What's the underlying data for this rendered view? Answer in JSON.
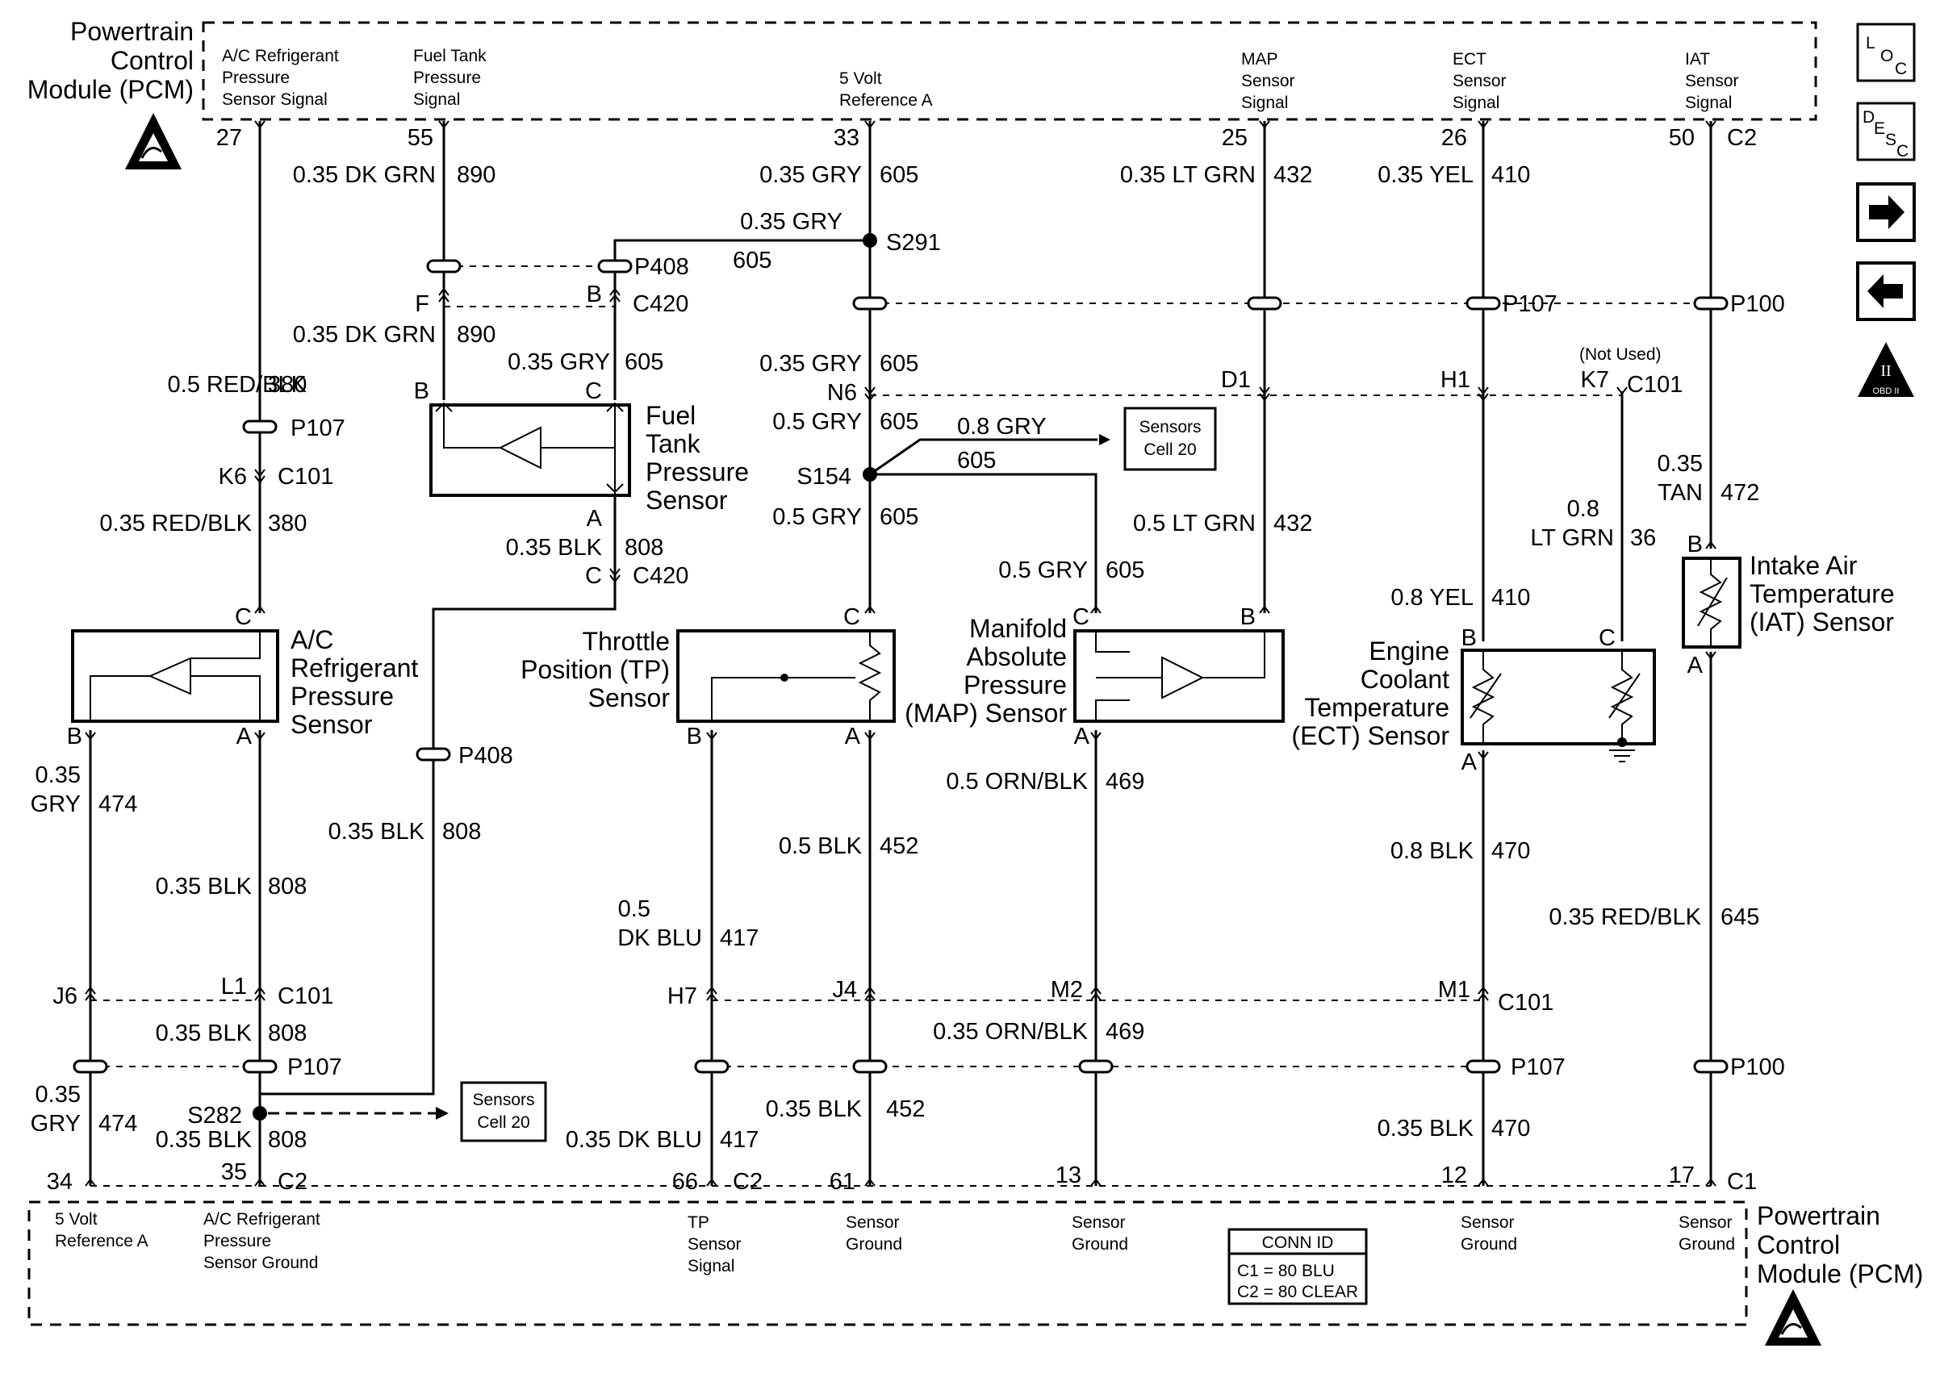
{
  "pcm_top": {
    "title": [
      "Powertrain",
      "Control",
      "Module (PCM)"
    ],
    "signals": [
      {
        "lines": [
          "A/C Refrigerant",
          "Pressure",
          "Sensor Signal"
        ]
      },
      {
        "lines": [
          "Fuel Tank",
          "Pressure",
          "Signal"
        ]
      },
      {
        "lines": [
          "5 Volt",
          "Reference A"
        ]
      },
      {
        "lines": [
          "MAP",
          "Sensor",
          "Signal"
        ]
      },
      {
        "lines": [
          "ECT",
          "Sensor",
          "Signal"
        ]
      },
      {
        "lines": [
          "IAT",
          "Sensor",
          "Signal"
        ]
      }
    ],
    "pins": [
      "27",
      "55",
      "33",
      "25",
      "26",
      "50"
    ],
    "connector": "C2"
  },
  "pcm_bottom": {
    "title": [
      "Powertrain",
      "Control",
      "Module (PCM)"
    ],
    "signals": [
      {
        "lines": [
          "5 Volt",
          "Reference  A"
        ]
      },
      {
        "lines": [
          "A/C Refrigerant",
          "Pressure",
          "Sensor Ground"
        ]
      },
      {
        "lines": [
          "TP",
          "Sensor",
          "Signal"
        ]
      },
      {
        "lines": [
          "Sensor",
          "Ground"
        ]
      },
      {
        "lines": [
          "Sensor",
          "Ground"
        ]
      },
      {
        "lines": [
          "Sensor",
          "Ground"
        ]
      },
      {
        "lines": [
          "Sensor",
          "Ground"
        ]
      }
    ],
    "pins": [
      "34",
      "35",
      "66",
      "61",
      "13",
      "12",
      "17"
    ],
    "connectors": [
      "C2",
      "C2",
      "C1"
    ],
    "conn_id": {
      "title": "CONN ID",
      "c1": "C1 = 80 BLU",
      "c2": "C2 = 80 CLEAR"
    }
  },
  "wires": {
    "w890a": {
      "spec": "0.35 DK GRN",
      "circuit": "890"
    },
    "w890b": {
      "spec": "0.35 DK GRN",
      "circuit": "890"
    },
    "w605a": {
      "spec": "0.35 GRY",
      "circuit": "605"
    },
    "w605b": {
      "spec": "0.35 GRY",
      "circuit": "605"
    },
    "w605c": {
      "spec": "0.35 GRY",
      "circuit": "605"
    },
    "w605d": {
      "spec": "0.35 GRY",
      "circuit": "605"
    },
    "w605e": {
      "spec": "0.5 GRY",
      "circuit": "605"
    },
    "w605f": {
      "spec": "0.8 GRY",
      "circuit": "605"
    },
    "w605g": {
      "spec": "0.5 GRY",
      "circuit": "605"
    },
    "w605h": {
      "spec": "0.5 GRY",
      "circuit": "605"
    },
    "w432a": {
      "spec": "0.35 LT GRN",
      "circuit": "432"
    },
    "w432b": {
      "spec": "0.5 LT GRN",
      "circuit": "432"
    },
    "w410a": {
      "spec": "0.35 YEL",
      "circuit": "410"
    },
    "w410b": {
      "spec": "0.8 YEL",
      "circuit": "410"
    },
    "w380a": {
      "spec": "0.5 RED/BLK",
      "circuit": "380"
    },
    "w380b": {
      "spec": "0.35 RED/BLK",
      "circuit": "380"
    },
    "w808a": {
      "spec": "0.35 BLK",
      "circuit": "808"
    },
    "w808b": {
      "spec": "0.35 BLK",
      "circuit": "808"
    },
    "w808c": {
      "spec": "0.35 BLK",
      "circuit": "808"
    },
    "w808d": {
      "spec": "0.35 BLK",
      "circuit": "808"
    },
    "w808e": {
      "spec": "0.35 BLK",
      "circuit": "808"
    },
    "w36": {
      "spec": [
        "0.8",
        "LT GRN"
      ],
      "circuit": "36"
    },
    "w472": {
      "spec": [
        "0.35",
        "TAN"
      ],
      "circuit": "472"
    },
    "w474a": {
      "spec": [
        "0.35",
        "GRY"
      ],
      "circuit": "474"
    },
    "w474b": {
      "spec": [
        "0.35",
        "GRY"
      ],
      "circuit": "474"
    },
    "w417a": {
      "spec": [
        "0.5",
        "DK BLU"
      ],
      "circuit": "417"
    },
    "w417b": {
      "spec": "0.35 DK BLU",
      "circuit": "417"
    },
    "w452a": {
      "spec": "0.5 BLK",
      "circuit": "452"
    },
    "w452b": {
      "spec": "0.35 BLK",
      "circuit": "452"
    },
    "w469a": {
      "spec": "0.5 ORN/BLK",
      "circuit": "469"
    },
    "w469b": {
      "spec": "0.35 ORN/BLK",
      "circuit": "469"
    },
    "w470a": {
      "spec": "0.8 BLK",
      "circuit": "470"
    },
    "w470b": {
      "spec": "0.35 BLK",
      "circuit": "470"
    },
    "w645": {
      "spec": "0.35 RED/BLK",
      "circuit": "645"
    }
  },
  "splices": {
    "s291": "S291",
    "s154": "S154",
    "s282": "S282"
  },
  "connectors": {
    "p408_top": "P408",
    "p408_low": "P408",
    "p107_top": "P107",
    "p100_top": "P100",
    "p107_ac": "P107",
    "p107_bot": "P107",
    "p107_bot_r": "P107",
    "p100_bot": "P100",
    "c420_top": "C420",
    "c420_low": "C420",
    "c101_top": "C101",
    "c101_ac": "C101",
    "c101_bot": "C101",
    "not_used": "(Not Used)"
  },
  "terminals": {
    "f": "F",
    "b": "B",
    "b_ft": "B",
    "c_ft": "C",
    "a_ft": "A",
    "c_ft2": "C",
    "n6": "N6",
    "d1": "D1",
    "h1": "H1",
    "k7": "K7",
    "k6": "K6",
    "ac_c": "C",
    "ac_b": "B",
    "ac_a": "A",
    "tp_c": "C",
    "tp_b": "B",
    "tp_a": "A",
    "map_c": "C",
    "map_b": "B",
    "map_a": "A",
    "ect_b": "B",
    "ect_c": "C",
    "ect_a": "A",
    "iat_b": "B",
    "iat_a": "A",
    "j6": "J6",
    "l1": "L1",
    "h7": "H7",
    "j4": "J4",
    "m2": "M2",
    "m1": "M1"
  },
  "components": {
    "fuel_tank": [
      "Fuel",
      "Tank",
      "Pressure",
      "Sensor"
    ],
    "ac": [
      "A/C",
      "Refrigerant",
      "Pressure",
      "Sensor"
    ],
    "tp": [
      "Throttle",
      "Position (TP)",
      "Sensor"
    ],
    "map": [
      "Manifold",
      "Absolute",
      "Pressure",
      "(MAP) Sensor"
    ],
    "ect": [
      "Engine",
      "Coolant",
      "Temperature",
      "(ECT) Sensor"
    ],
    "iat": [
      "Intake Air",
      "Temperature",
      "(IAT) Sensor"
    ]
  },
  "refs": {
    "sensors1": [
      "Sensors",
      "Cell 20"
    ],
    "sensors2": [
      "Sensors",
      "Cell 20"
    ]
  },
  "side_icons": {
    "loc": {
      "icon": "loc-icon",
      "text": [
        "L",
        "O",
        "C"
      ]
    },
    "desc": {
      "icon": "desc-icon",
      "text": [
        "D",
        "E",
        "S",
        "C"
      ]
    },
    "next": {
      "icon": "arrow-right-icon"
    },
    "prev": {
      "icon": "arrow-left-icon"
    },
    "obd": {
      "icon": "obd-ii-icon",
      "text": [
        "II",
        "OBD II"
      ]
    }
  }
}
